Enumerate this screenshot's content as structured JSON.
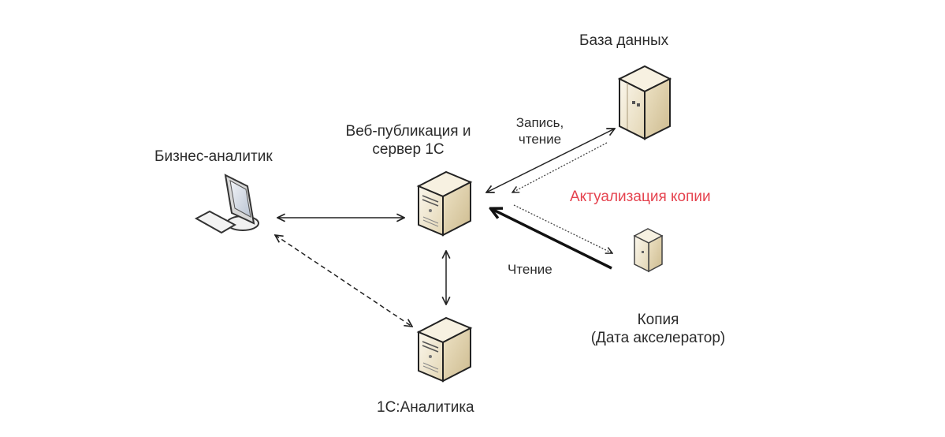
{
  "nodes": {
    "analyst": {
      "label": "Бизнес-аналитик",
      "icon": "workstation-icon"
    },
    "web_server": {
      "label_line1": "Веб-публикация и",
      "label_line2": "сервер 1С",
      "icon": "server-tower-icon"
    },
    "analytics": {
      "label": "1С:Аналитика",
      "icon": "server-tower-icon"
    },
    "database": {
      "label": "База данных",
      "icon": "database-server-icon"
    },
    "copy": {
      "label_line1": "Копия",
      "label_line2": "(Дата акселератор)",
      "icon": "database-server-icon"
    }
  },
  "edges": {
    "write_read": {
      "label_line1": "Запись,",
      "label_line2": "чтение",
      "style": "solid",
      "direction": "both"
    },
    "sync": {
      "label": "Актуализация копии",
      "style": "dotted",
      "label_color": "#e5434f"
    },
    "read": {
      "label": "Чтение",
      "style": "bold",
      "direction": "to web server"
    },
    "analyst_web": {
      "style": "solid",
      "direction": "both"
    },
    "analyst_analytics": {
      "style": "dashed",
      "direction": "both"
    },
    "web_analytics": {
      "style": "solid",
      "direction": "both"
    }
  },
  "colors": {
    "accent_red": "#e5434f",
    "server_body": "#efe6cf",
    "line": "#222222"
  }
}
